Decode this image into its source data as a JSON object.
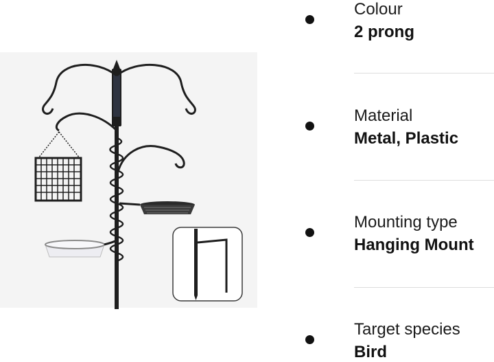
{
  "specs": [
    {
      "label": "Colour",
      "value": "2 prong",
      "icon": "bullet-dot"
    },
    {
      "label": "Material",
      "value": "Metal, Plastic",
      "icon": "bullet-dot"
    },
    {
      "label": "Mounting type",
      "value": "Hanging Mount",
      "icon": "bullet-dot"
    },
    {
      "label": "Target species",
      "value": "Bird",
      "icon": "bullet-dot"
    }
  ],
  "image": {
    "subject": "bird-feeding-station",
    "colors": {
      "metal": "#1e1e1e",
      "tray_rim": "#d6d6d6",
      "background_panel": "#f3f3f3"
    }
  }
}
